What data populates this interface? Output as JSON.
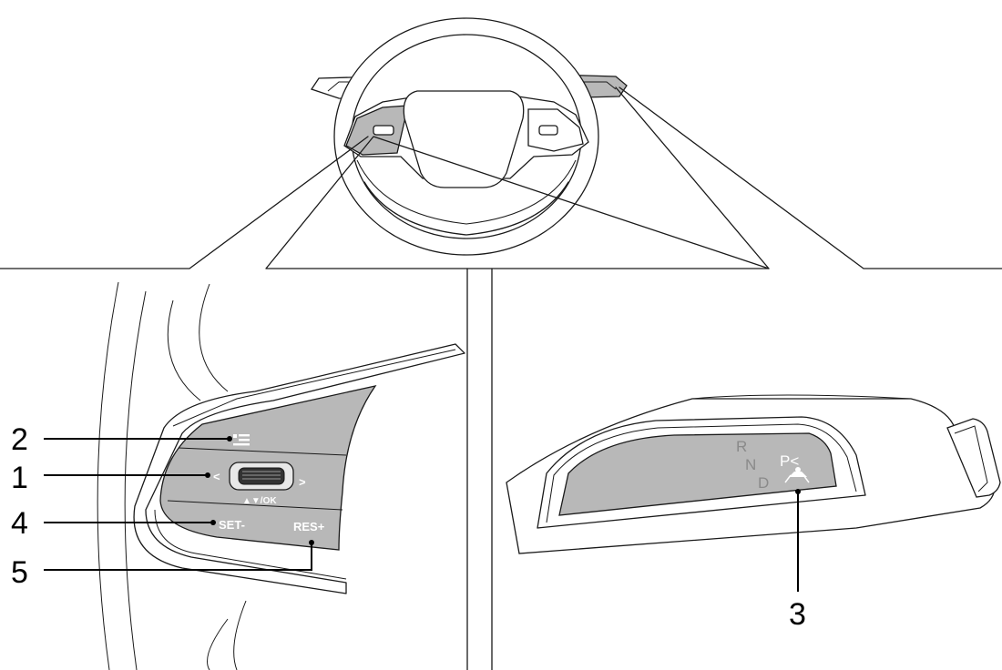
{
  "callouts": {
    "c1": "1",
    "c2": "2",
    "c3": "3",
    "c4": "4",
    "c5": "5"
  },
  "steering_buttons": {
    "set_label": "SET-",
    "res_label": "RES+",
    "ok_label": "▲▼/OK",
    "left_arrow": "<",
    "right_arrow": ">"
  },
  "gear_selector": {
    "r": "R",
    "n": "N",
    "d": "D",
    "p": "P<"
  },
  "icons": [
    "menu-icon",
    "driver-assist-icon",
    "scroll-wheel-icon"
  ],
  "colors": {
    "panel": "#b8b8b8",
    "line": "#1a1a1a"
  }
}
